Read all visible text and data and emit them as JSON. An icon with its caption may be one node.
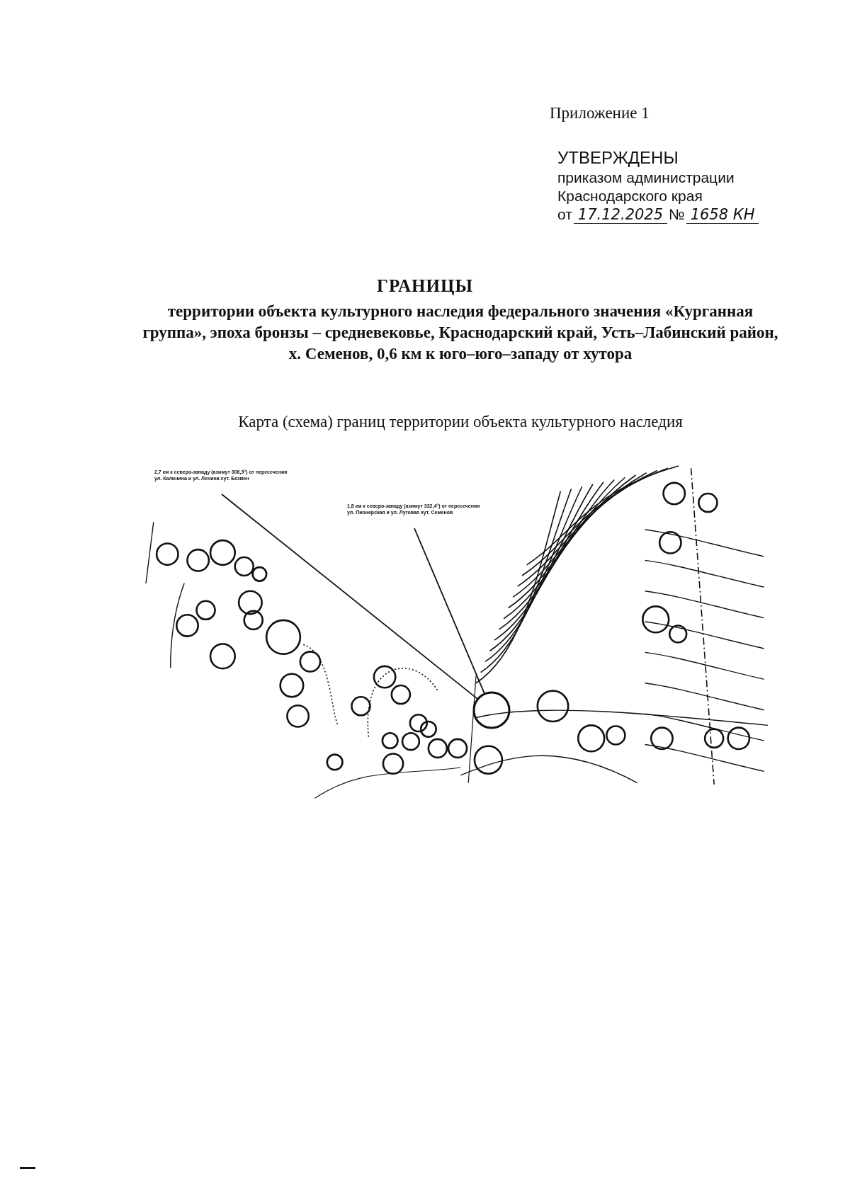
{
  "diagram": {
    "title": "ГРАНИЦЫ",
    "nodes": [
      {
        "text": [
          "2,7 км к северо-западу (азимут 306,9°) от пересечения ул. Калинина и ул. Ленина хут. Безмен"
        ]
      },
      {
        "text": [
          "1,8 км к северо-западу (азимут 332,4°) от пересечения ул. Пионерская и ул. Луговая хут. Семенов"
        ]
      },
      {
        "text": [],
        "shape": "circle"
      }
    ],
    "edges": [
      {
        "from": 0,
        "to": 2,
        "arrow": "none"
      },
      {
        "from": 1,
        "to": 2,
        "arrow": "none"
      }
    ],
    "labels": [
      "Приложение 1",
      "УТВЕРЖДЕНЫ",
      "приказом администрации",
      "Краснодарского края",
      "от",
      "17.12.2025",
      "№",
      "1658 КН",
      "территории объекта культурного наследия федерального значения «Курганная группа», эпоха бронзы – средневековье, Краснодарский край, Усть–Лабинский район, х. Семенов, 0,6 км к юго–юго–западу от хутора",
      "Карта (схема) границ территории объекта культурного наследия"
    ]
  }
}
